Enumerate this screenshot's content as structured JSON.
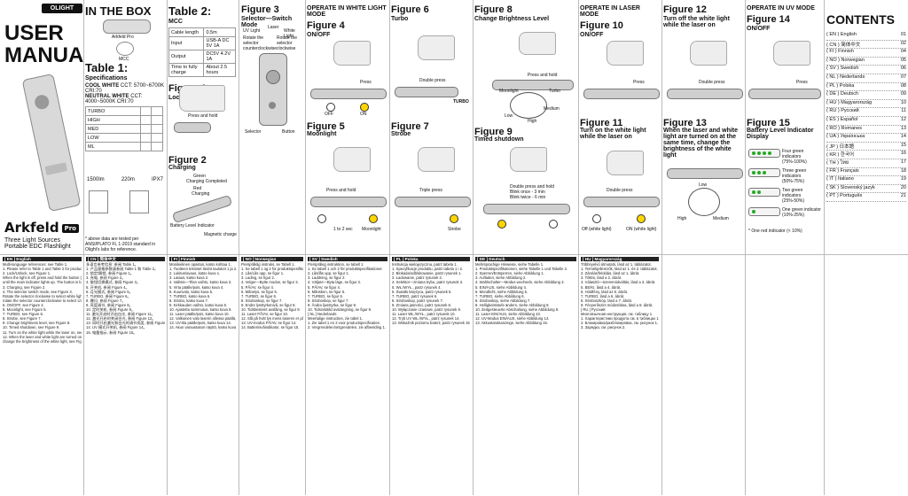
{
  "brand_logo": "OLIGHT",
  "cover": {
    "title_line1": "USER",
    "title_line2": "MANUAL",
    "brand": "Arkfeld",
    "brand_badge": "Pro",
    "tagline": "Three Light Sources Portable EDC Flashlight"
  },
  "in_the_box": {
    "title": "IN THE BOX",
    "item1": "Arkfeld Pro",
    "item2": "MCC",
    "table1_title": "Table 1:",
    "table1_sub": "Specifications",
    "cool_white": "COOL WHITE",
    "cct_cool": "CCT: 5700~6700K  CRI:70",
    "neutral_white": "NEUTRAL WHITE",
    "cct_neutral": "CCT: 4000~5000K  CRI:70",
    "modes": [
      "TURBO",
      "HIGH",
      "MED",
      "LOW",
      "ML"
    ],
    "icon_labels": [
      "1500lm",
      "220m",
      "IPX7"
    ],
    "note": "* above data are tested per ANSI/PLATO FL 1-2019 standard in Olight's labs for reference."
  },
  "table2": {
    "title": "Table 2:",
    "sub": "MCC",
    "rows": [
      [
        "Cable length",
        "0.5m"
      ],
      [
        "Input",
        "USB-A DC 5V 1A"
      ],
      [
        "Output",
        "DC5V  4.2V 1A"
      ],
      [
        "Time to fully charge",
        "About 2.5 hours"
      ]
    ],
    "fig1": "Figure 1",
    "fig1_sub": "Lock/Unlock",
    "fig1_caption": "Press and hold",
    "fig2": "Figure 2",
    "fig2_sub": "Charging",
    "fig2_labels": [
      "Green",
      "Charging Completed",
      "Red",
      "Charging",
      "Battery Level Indicator",
      "Magnetic charge"
    ]
  },
  "fig3": {
    "title": "Figure 3",
    "sub": "Selector—Switch Mode",
    "labels": [
      "UV Light",
      "Laser",
      "White Light",
      "Rotate the selector counterclockwise",
      "Rotate the selector clockwise",
      "Selector",
      "Button"
    ]
  },
  "white_light": {
    "header": "OPERATE IN WHITE LIGHT MODE",
    "fig4": "Figure 4",
    "fig4_sub": "ON/OFF",
    "fig4_caption": "Press",
    "off": "OFF",
    "on": "ON",
    "fig5": "Figure 5",
    "fig5_sub": "Moonlight",
    "fig5_caption": "Press and hold",
    "fig5_states": [
      "1 to 2 sec",
      "Moonlight"
    ]
  },
  "turbo": {
    "fig6": "Figure 6",
    "fig6_sub": "Turbo",
    "fig6_caption": "Double press",
    "fig6_state": "TURBO",
    "fig7": "Figure 7",
    "fig7_sub": "Strobe",
    "fig7_caption": "Triple press",
    "fig7_state": "Strobe"
  },
  "brightness": {
    "fig8": "Figure 8",
    "fig8_sub": "Change Brightness Level",
    "fig8_caption": "Press and hold",
    "levels": [
      "Moonlight",
      "Low",
      "Medium",
      "High",
      "Turbo"
    ],
    "fig9": "Figure 9",
    "fig9_sub": "Timed shutdown",
    "fig9_caption": "Double press and hold",
    "fig9_blinks": [
      "Blink once - 3 min",
      "Blink twice - 6 min"
    ]
  },
  "laser": {
    "header": "OPERATE IN LASER MODE",
    "fig10": "Figure 10",
    "fig10_sub": "ON/OFF",
    "fig10_caption": "Press",
    "fig11": "Figure 11",
    "fig11_sub": "Turn on the white light while the laser on",
    "fig11_caption": "Double press",
    "fig11_states": [
      "Off (white light)",
      "ON (white light)"
    ]
  },
  "uv_laser": {
    "fig12": "Figure 12",
    "fig12_sub": "Turn off the white light while the laser on",
    "fig12_caption": "Double press",
    "fig13": "Figure 13",
    "fig13_sub": "When the laser and white light are turned on at the same time, change the brightness of the white light",
    "fig13_labels": [
      "Low",
      "High",
      "Medium"
    ]
  },
  "uv": {
    "header": "OPERATE IN UV MODE",
    "fig14": "Figure 14",
    "fig14_sub": "ON/OFF",
    "fig14_caption": "Press",
    "fig15": "Figure 15",
    "fig15_sub": "Battery Level Indicator Display",
    "battery_levels": [
      "Four green indicators (75%-100%)",
      "Three green indicators (50%-75%)",
      "Two green indicators (25%-50%)",
      "One green indicator (10%-25%)"
    ],
    "battery_note": "* One red indicator (< 10%)"
  },
  "contents": {
    "title": "CONTENTS",
    "items": [
      [
        "( EN ) English",
        "01"
      ],
      [
        "( CN ) 简体中文",
        "02"
      ],
      [
        "( FI ) Finnish",
        "04"
      ],
      [
        "( NO ) Norwegian",
        "05"
      ],
      [
        "( SV ) Swedish",
        "06"
      ],
      [
        "( NL ) Nederlands",
        "07"
      ],
      [
        "( PL ) Polska",
        "08"
      ],
      [
        "( DE ) Deutsch",
        "09"
      ],
      [
        "( HU ) Magyarország",
        "10"
      ],
      [
        "( RU ) Русский",
        "11"
      ],
      [
        "( ES ) Español",
        "12"
      ],
      [
        "( RO ) Romanes",
        "13"
      ],
      [
        "( UA ) Українська",
        "14"
      ],
      [
        "( JP ) 日本語",
        "15"
      ],
      [
        "( KR ) 한국어",
        "16"
      ],
      [
        "( TH ) ไทย",
        "17"
      ],
      [
        "( FR ) Français",
        "18"
      ],
      [
        "( IT ) Italiano",
        "19"
      ],
      [
        "( SK ) Slovenský jazyk",
        "20"
      ],
      [
        "( PT ) Português",
        "21"
      ]
    ]
  },
  "body_sections": [
    {
      "header": "[ EN ] English",
      "lines": [
        "Multi-language references: see Table 1.",
        "1. Please refer to Table 1 and Table 2 for product specifications.",
        "2. Lock/Unlock, see Figure 1.",
        "When the light is off, press and hold the button (about 2 seconds)",
        "until the main indicator lights up. The button is locked.",
        "3. Charging, see Figure 2.",
        "4. The selector switch mode, see Figure 3.",
        "Rotate the selector clockwise to select white light mode;",
        "rotate the selector counterclockwise to select UV mode.",
        "5. ON/OFF, see Figure 4.",
        "6. Moonlight, see Figure 5.",
        "7. TURBO, see Figure 6.",
        "8. Strobe, see Figure 7.",
        "9. Change brightness level, see Figure 8.",
        "10. Timed shutdown, see Figure 9.",
        "11. Turn on the white light while the laser on, see Figure 11.",
        "12. When the laser and white light are turned on at the same time,",
        "change the brightness of the white light, see Figure 13."
      ]
    },
    {
      "header": "[ CN ] 简体中文",
      "lines": [
        "多语言参考信息: 参阅 Table 1。",
        "1. 产品规格参数请参阅 Table 1 和 Table 2。",
        "2. 锁定/解锁, 参阅 Figure 1。",
        "3. 充电, 参阅 Figure 2。",
        "4. 旋钮切换模式, 参阅 Figure 3。",
        "5. 开关机, 参阅 Figure 4。",
        "6. 月光模式, 参阅 Figure 5。",
        "7. TURBO, 参阅 Figure 6。",
        "8. 爆闪, 参阅 Figure 7。",
        "9. 亮度调节, 参阅 Figure 8。",
        "10. 定时关机, 参阅 Figure 9。",
        "11. 激光开启时开启白光, 参阅 Figure 11。",
        "12. 激光开启时关闭白光, 参阅 Figure 12。",
        "13. 同时开启激光和白光时调节亮度, 参阅 Figure 13。",
        "14. UV 模式开关机, 参阅 Figure 14。",
        "15. 电量指示, 参阅 Figure 15。"
      ]
    },
    {
      "header": "[ FI ] Finnish",
      "lines": [
        "Monikielinen opastus, katso kohtaa 1.",
        "1. Tuotteen tekniset tiedot taulukot 1 ja 2.",
        "2. Lukitus/avaus, katso kuva 1.",
        "3. Lataus, katso kuva 2.",
        "4. Valitsin—Tilan vaihto, katso kuva 3.",
        "5. Virta päälle/pois, katso kuva 4.",
        "6. Kuunvalo, katso kuva 5.",
        "7. TURBO, katso kuva 6.",
        "8. Strobo, katso kuva 7.",
        "9. Kirkkauden vaihto, katso kuva 8.",
        "10. Ajastettu sammutus, katso kuva 9.",
        "11. Laser päälle/pois, katso kuva 10.",
        "12. Valkoinen valo laserin ollessa päällä, kuva 11.",
        "13. UV-tila päälle/pois, katso kuva 14.",
        "14. Akun varaustason näyttö, katso kuva 15."
      ]
    },
    {
      "header": "[ NO ] Norwegian",
      "lines": [
        "Flerspråklig instruks, se Tabell 1.",
        "1. Se tabell 1 og 2 for produktspesifikasjoner.",
        "2. Lås/Lås opp, se figur 1.",
        "3. Lading, se figur 2.",
        "4. Velger—Bytte modus, se figur 3.",
        "5. PÅ/AV, se figur 4.",
        "6. Månelys, se figur 5.",
        "7. TURBO, se figur 6.",
        "8. Stroboskop, se figur 7.",
        "9. Endre lysstyrkenivå, se figur 8.",
        "10. Tidsbestemt avslåing, se figur 9.",
        "11. Laser PÅ/AV, se figur 10.",
        "12. Slå på hvitt lys mens laseren er på, se figur 11.",
        "13. UV-modus PÅ/AV, se figur 14.",
        "14. Batterinivåindikator, se figur 15."
      ]
    },
    {
      "header": "[ SV ] Swedish",
      "lines": [
        "Flerspråkig instruktion, se tabell 1.",
        "1. Se tabell 1 och 2 för produktspecifikationer.",
        "2. Lås/lås upp, se figur 1.",
        "3. Laddning, se figur 2.",
        "4. Väljare—Byta läge, se figur 3.",
        "5. PÅ/AV, se figur 4.",
        "6. Månsken, se figur 5.",
        "7. TURBO, se figur 6.",
        "8. Stroboskop, se figur 7.",
        "9. Ändra ljusstyrka, se figur 8.",
        "10. Tidsinställd avstängning, se figur 9.",
        "[ NL ] Nederlands",
        "Meertalige instructies, zie tabel 1.",
        "1. Zie tabel 1 en 2 voor productspecificaties.",
        "2. Vergrendelen/ontgrendelen, zie afbeelding 1."
      ]
    },
    {
      "header": "[ PL ] Polska",
      "lines": [
        "Instrukcja wielojęzyczna, patrz tabela 1.",
        "1. Specyfikacje produktu, patrz tabela 1 i 2.",
        "2. Blokada/odblokowanie, patrz rysunek 1.",
        "3. Ładowanie, patrz rysunek 2.",
        "4. Selektor—zmiana trybu, patrz rysunek 3.",
        "5. WŁ./WYŁ., patrz rysunek 4.",
        "6. Światło księżyca, patrz rysunek 5.",
        "7. TURBO, patrz rysunek 6.",
        "8. Stroboskop, patrz rysunek 7.",
        "9. Zmiana jasności, patrz rysunek 8.",
        "10. Wyłączanie czasowe, patrz rysunek 9.",
        "11. Laser WŁ./WYŁ., patrz rysunek 10.",
        "12. Tryb UV WŁ./WYŁ., patrz rysunek 14.",
        "13. Wskaźnik poziomu baterii, patrz rysunek 15."
      ]
    },
    {
      "header": "[ DE ] Deutsch",
      "lines": [
        "Mehrsprachige Hinweise, siehe Tabelle 1.",
        "1. Produktspezifikationen, siehe Tabelle 1 und Tabelle 2.",
        "2. Sperren/Entsperren, siehe Abbildung 1.",
        "3. Aufladen, siehe Abbildung 2.",
        "4. Wahlschalter—Modus wechseln, siehe Abbildung 3.",
        "5. EIN/AUS, siehe Abbildung 4.",
        "6. Mondlicht, siehe Abbildung 5.",
        "7. TURBO, siehe Abbildung 6.",
        "8. Stroboskop, siehe Abbildung 7.",
        "9. Helligkeitsstufe ändern, siehe Abbildung 8.",
        "10. Zeitgesteuerte Abschaltung, siehe Abbildung 9.",
        "11. Laser EIN/AUS, siehe Abbildung 10.",
        "12. UV-Modus EIN/AUS, siehe Abbildung 14.",
        "13. Akkustandsanzeige, siehe Abbildung 15."
      ]
    },
    {
      "header": "[ HU ] Magyarország",
      "lines": [
        "Többnyelvű útmutató, lásd az 1. táblázatot.",
        "1. Termékjellemzők, lásd az 1. és 2. táblázatot.",
        "2. Zárolás/feloldás, lásd az 1. ábrát.",
        "3. Töltés, lásd a 2. ábrát.",
        "4. Választó—üzemmódváltás, lásd a 3. ábrát.",
        "5. BE/KI, lásd a 4. ábrát.",
        "6. Holdfény, lásd az 5. ábrát.",
        "7. TURBO, lásd a 6. ábrát.",
        "8. Stroboszkóp, lásd a 7. ábrát.",
        "9. Fényerőszint módosítása, lásd a 8. ábrát.",
        "[ RU ] Русский",
        "Многоязычная инструкция, см. таблицу 1.",
        "1. Характеристики продукта см. в таблицах 1 и 2.",
        "2. Блокировка/разблокировка, см. рисунок 1.",
        "3. Зарядка, см. рисунок 2."
      ]
    }
  ]
}
